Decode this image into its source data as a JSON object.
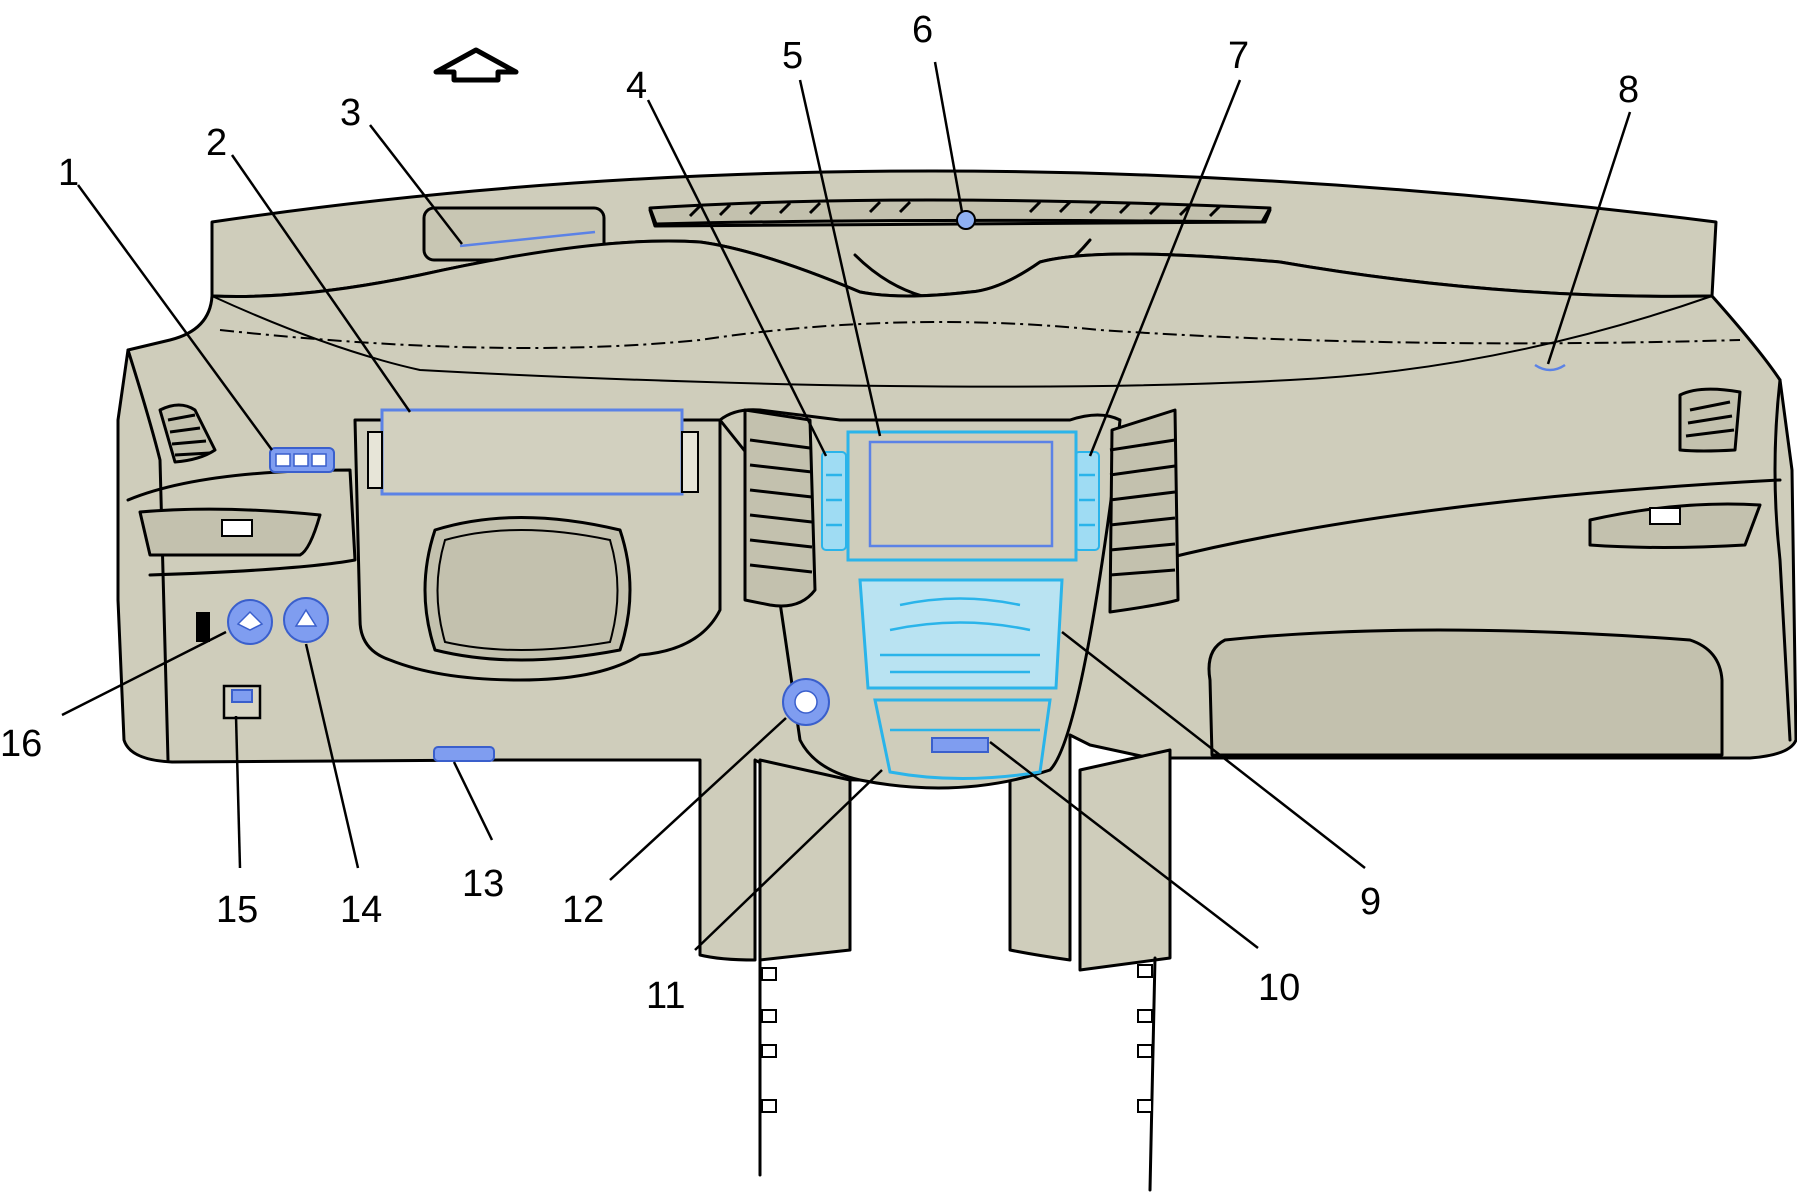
{
  "callouts": [
    {
      "id": "1",
      "label": "1"
    },
    {
      "id": "2",
      "label": "2"
    },
    {
      "id": "3",
      "label": "3"
    },
    {
      "id": "4",
      "label": "4"
    },
    {
      "id": "5",
      "label": "5"
    },
    {
      "id": "6",
      "label": "6"
    },
    {
      "id": "7",
      "label": "7"
    },
    {
      "id": "8",
      "label": "8"
    },
    {
      "id": "9",
      "label": "9"
    },
    {
      "id": "10",
      "label": "10"
    },
    {
      "id": "11",
      "label": "11"
    },
    {
      "id": "12",
      "label": "12"
    },
    {
      "id": "13",
      "label": "13"
    },
    {
      "id": "14",
      "label": "14"
    },
    {
      "id": "15",
      "label": "15"
    },
    {
      "id": "16",
      "label": "16"
    }
  ],
  "colors": {
    "panel": "#cfcdbb",
    "highlight_blue": "#7f9df0",
    "highlight_cyan": "#2ab4ea",
    "outline": "#000000"
  },
  "icons": {
    "orientation": "forward-arrow-icon"
  }
}
